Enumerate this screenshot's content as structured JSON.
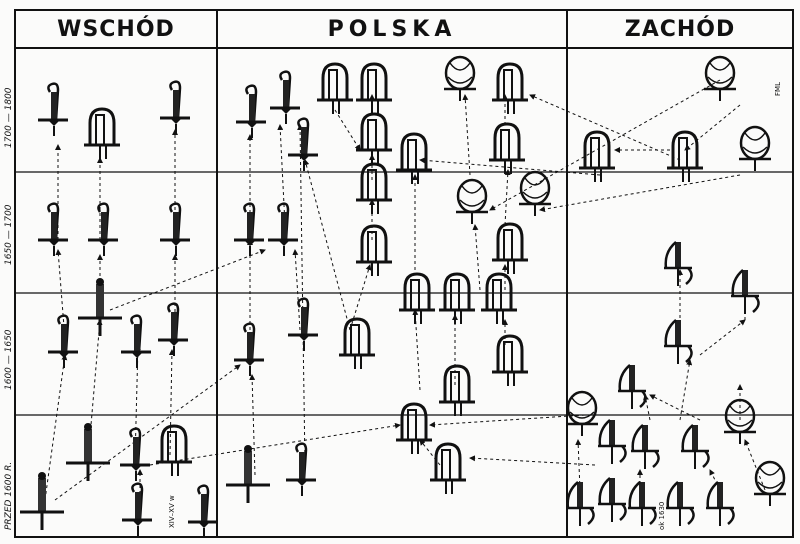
{
  "headers": {
    "east": "WSCHÓD",
    "poland": "POLSKA",
    "west": "ZACHÓD"
  },
  "rows": [
    {
      "label": "1700 — 1800"
    },
    {
      "label": "1650 — 1700"
    },
    {
      "label": "1600 — 1650"
    },
    {
      "label": "PRZED 1600 R."
    }
  ],
  "notes": {
    "fml": "FML",
    "xiv_xv": "XIV–XV w",
    "ok1630": "ok 1630"
  },
  "colors": {
    "ink": "#111111",
    "paper": "#fbfbfa"
  }
}
